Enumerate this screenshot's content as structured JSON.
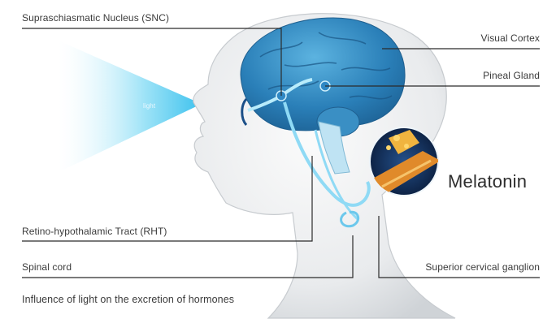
{
  "labels": {
    "scn": "Supraschiasmatic Nucleus (SNC)",
    "visual_cortex": "Visual Cortex",
    "pineal_gland": "Pineal Gland",
    "rht": "Retino-hypothalamic Tract (RHT)",
    "spinal_cord": "Spinal cord",
    "superior_cervical_ganglion": "Superior cervical ganglion",
    "light": "light",
    "melatonin": "Melatonin"
  },
  "caption": "Influence of light on the excretion of hormones",
  "colors": {
    "brain": "#2a7fb8",
    "light_beam": "#6fd3f2",
    "pathway": "#7fd0f0",
    "callout_line": "#2b2b2b",
    "melatonin_bg": "#14305c",
    "melatonin_crystal": "#e08a2a"
  }
}
